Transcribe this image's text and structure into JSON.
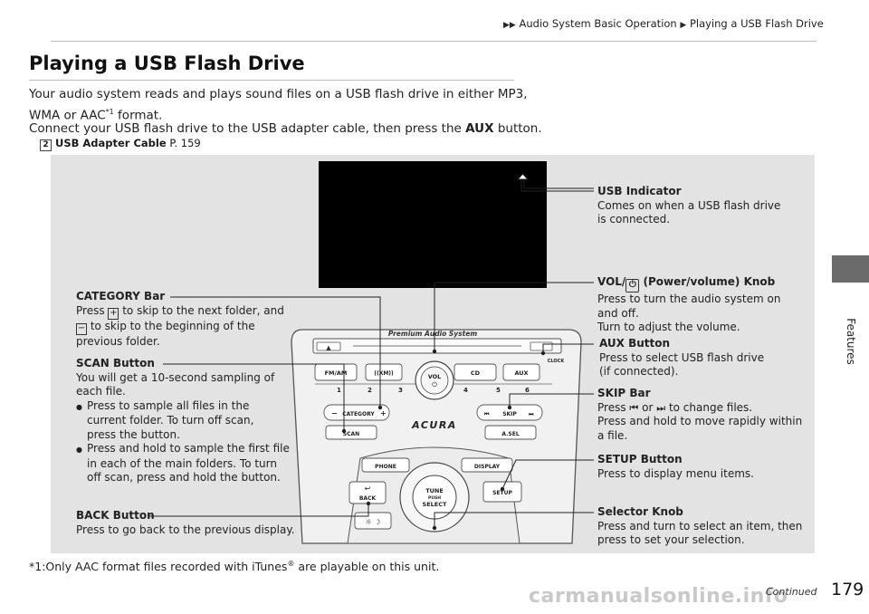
{
  "breadcrumb": {
    "section": "Audio System Basic Operation",
    "page": "Playing a USB Flash Drive"
  },
  "side_tab": "Features",
  "page_title": "Playing a USB Flash Drive",
  "intro": {
    "line1": "Your audio system reads and plays sound files on a USB flash drive in either MP3,",
    "line2_a": "WMA or AAC",
    "line2_sup": "*1",
    "line2_b": " format.",
    "line3_a": "Connect your USB flash drive to the USB adapter cable, then press the ",
    "line3_bold": "AUX",
    "line3_b": " button."
  },
  "xref": {
    "icon": "2",
    "label": "USB Adapter Cable",
    "page": " P. 159"
  },
  "figure": {
    "panel_brand": "Premium Audio System",
    "panel_logo": "ACURA",
    "panel_buttons": {
      "fm_am": "FM/AM",
      "xm": "((XM))",
      "cd": "CD",
      "aux": "AUX",
      "clock": "CLOCK",
      "vol": "VOL",
      "presets": [
        "1",
        "2",
        "3",
        "4",
        "5",
        "6"
      ],
      "category": "CATEGORY",
      "skip": "SKIP",
      "scan": "SCAN",
      "asel": "A.SEL",
      "phone": "PHONE",
      "display": "DISPLAY",
      "back": "BACK",
      "setup": "SETUP",
      "tune": "TUNE",
      "push": "PUSH",
      "select": "SELECT"
    },
    "callouts": {
      "usb_indicator": {
        "heading": "USB Indicator",
        "text1": "Comes on when a USB flash drive",
        "text2": "is connected."
      },
      "vol_knob": {
        "heading_a": "VOL/",
        "power_glyph": "⏻",
        "heading_b": " (Power/volume) Knob",
        "text1": "Press to turn the audio system on",
        "text2": "and off.",
        "text3": "Turn to adjust the volume."
      },
      "aux_button": {
        "heading": "AUX Button",
        "text1": "Press to select USB flash drive",
        "text2": "(if connected)."
      },
      "skip_bar": {
        "heading": "SKIP Bar",
        "text1_a": "Press ",
        "text1_b": " or ",
        "text1_c": " to change files.",
        "text2": "Press and hold to move rapidly within",
        "text3": "a file."
      },
      "setup_button": {
        "heading": "SETUP Button",
        "text1": "Press to display menu items."
      },
      "selector_knob": {
        "heading": "Selector Knob",
        "text1": "Press and turn to select an item, then",
        "text2": "press to set your selection."
      },
      "category_bar": {
        "heading": "CATEGORY Bar",
        "text1_a": "Press ",
        "plus": "+",
        "text1_b": " to skip to the next folder, and",
        "minus": "−",
        "text2_b": " to skip to the beginning of the",
        "text3": "previous folder."
      },
      "scan_button": {
        "heading": "SCAN Button",
        "text1": "You will get a 10-second sampling of",
        "text2": "each file.",
        "bullet1_1": "Press to sample all files in the",
        "bullet1_2": "current folder. To turn off scan,",
        "bullet1_3": "press the button.",
        "bullet2_1": "Press and hold to sample the first file",
        "bullet2_2": "in each of the main folders. To turn",
        "bullet2_3": "off scan, press and hold the button.",
        "bullet_glyph": "●"
      },
      "back_button": {
        "heading": "BACK Button",
        "text1": "Press to go back to the previous display."
      }
    }
  },
  "footnote": {
    "prefix": "*1:Only AAC format files recorded with iTunes",
    "reg": "®",
    "suffix": " are playable on this unit."
  },
  "continued": "Continued",
  "page_number": "179",
  "watermark": "carmanualsonline.info",
  "colors": {
    "figure_bg": "#e3e3e3",
    "screen": "#000000",
    "side_tab": "#6b6b6b"
  }
}
